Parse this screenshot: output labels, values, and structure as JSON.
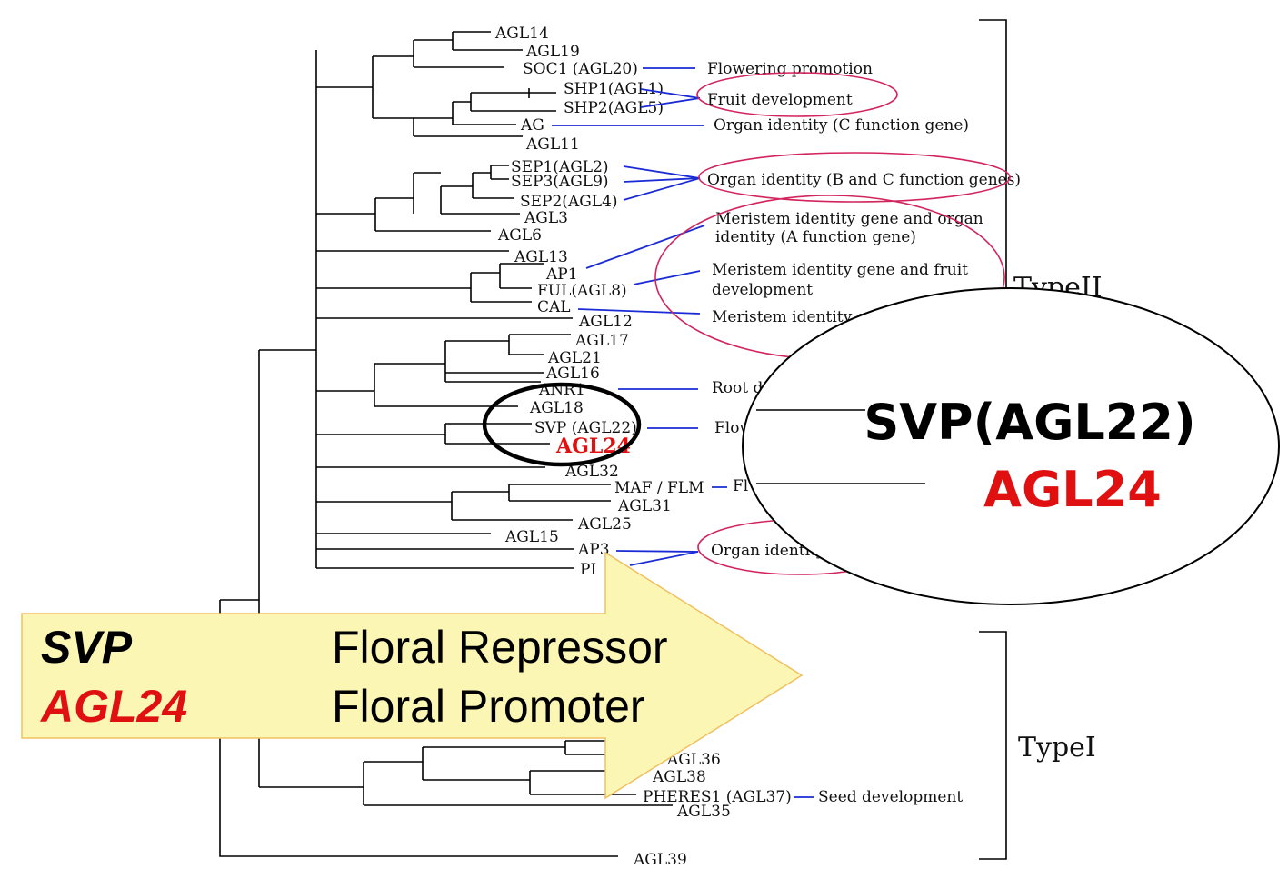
{
  "tree": {
    "type_ii_label": "TypeII",
    "type_i_label": "TypeI",
    "labels": {
      "agl14": "AGL14",
      "agl19": "AGL19",
      "soc1": "SOC1 (AGL20)",
      "shp1": "SHP1(AGL1)",
      "shp2": "SHP2(AGL5)",
      "ag": "AG",
      "agl11": "AGL11",
      "sep1": "SEP1(AGL2)",
      "sep3": "SEP3(AGL9)",
      "sep2": "SEP2(AGL4)",
      "agl3": "AGL3",
      "agl6": "AGL6",
      "agl13": "AGL13",
      "ap1": "AP1",
      "ful": "FUL(AGL8)",
      "cal": "CAL",
      "agl12": "AGL12",
      "agl17": "AGL17",
      "agl21": "AGL21",
      "agl16": "AGL16",
      "anr1": "ANR1",
      "agl18": "AGL18",
      "svp": "SVP (AGL22)",
      "agl24": "AGL24",
      "agl32": "AGL32",
      "maf": "MAF / FLM",
      "agl31": "AGL31",
      "agl25": "AGL25",
      "agl15": "AGL15",
      "ap3": "AP3",
      "pi": "PI",
      "agl36": "AGL36",
      "agl38": "AGL38",
      "pheres1": "PHERES1 (AGL37)",
      "agl35": "AGL35",
      "agl39": "AGL39"
    },
    "functions": {
      "flowering_promotion": "Flowering promotion",
      "fruit_development": "Fruit development",
      "organ_identity_c": "Organ identity (C  function gene)",
      "organ_identity_bc": "Organ identity (B and C function genes)",
      "meristem_a_line1": "Meristem identity gene and organ",
      "meristem_a_line2": "identity (A function gene)",
      "meristem_fruit_line1": "Meristem identity gene and fruit",
      "meristem_fruit_line2": "development",
      "meristem_cal": "Meristem identity ge",
      "root_dev": "Root d",
      "flow": "Flow",
      "fl_maf": "Fl",
      "organ_identity_ap3": "Organ identity",
      "seed_development": "Seed development"
    }
  },
  "zoom": {
    "svp": "SVP(AGL22)",
    "agl24": "AGL24"
  },
  "arrow": {
    "svp_name": "SVP",
    "svp_role": "Floral Repressor",
    "agl24_name": "AGL24",
    "agl24_role": "Floral Promoter"
  },
  "colors": {
    "function_line": "#1a2bd6",
    "highlight_ellipse": "#d2245d",
    "agl24_red": "#e01010",
    "arrow_fill": "#fbf6b4",
    "arrow_stroke": "#f0c060"
  }
}
